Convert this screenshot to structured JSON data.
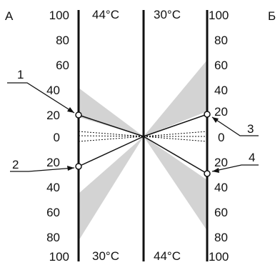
{
  "side_labels": {
    "left": "А",
    "right": "Б"
  },
  "scale_ticks": [
    "100",
    "80",
    "60",
    "40",
    "20",
    "0",
    "20",
    "40",
    "60",
    "80",
    "100"
  ],
  "temperatures": {
    "top_left": "44°C",
    "top_right": "30°C",
    "bottom_left": "30°C",
    "bottom_right": "44°C"
  },
  "callouts": [
    "1",
    "2",
    "3",
    "4"
  ],
  "colors": {
    "ink": "#111111",
    "shade": "#d3d3d3",
    "background": "#ffffff"
  }
}
